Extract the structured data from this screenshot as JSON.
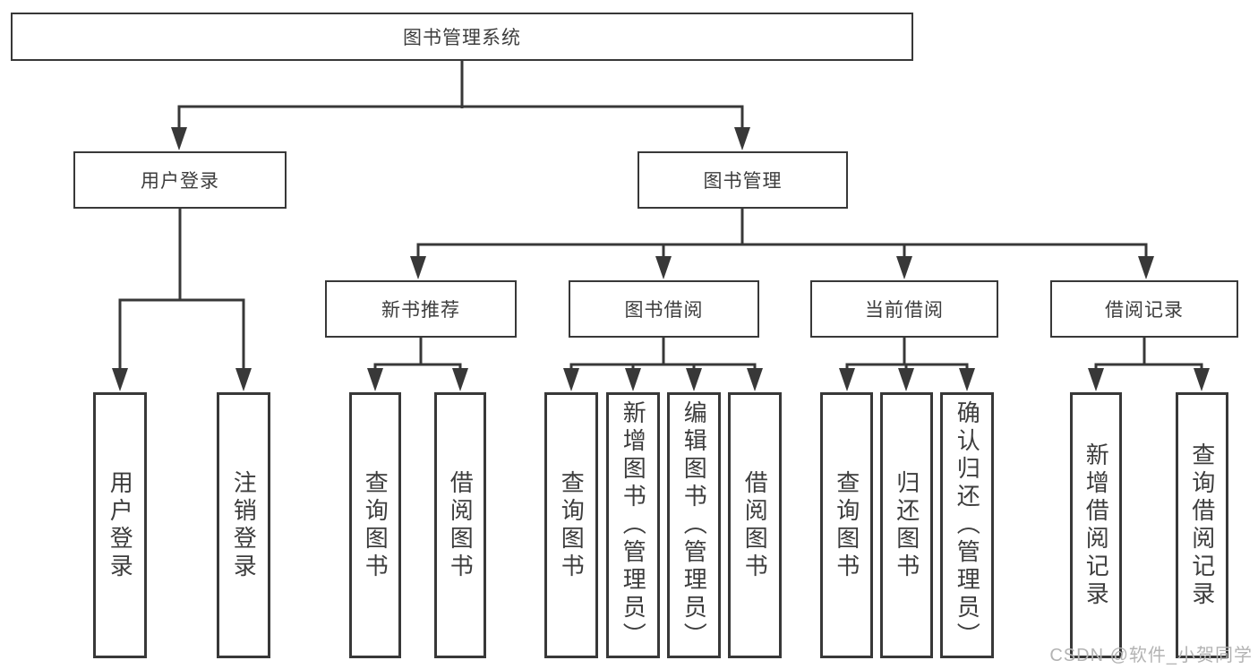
{
  "tree": {
    "label": "图书管理系统",
    "children": [
      {
        "label": "用户登录",
        "children": [
          {
            "label": "用户登录"
          },
          {
            "label": "注销登录"
          }
        ]
      },
      {
        "label": "图书管理",
        "children": [
          {
            "label": "新书推荐",
            "children": [
              {
                "label": "查询图书"
              },
              {
                "label": "借阅图书"
              }
            ]
          },
          {
            "label": "图书借阅",
            "children": [
              {
                "label": "查询图书"
              },
              {
                "label": "新增图书（管理员）"
              },
              {
                "label": "编辑图书（管理员）"
              },
              {
                "label": "借阅图书"
              }
            ]
          },
          {
            "label": "当前借阅",
            "children": [
              {
                "label": "查询图书"
              },
              {
                "label": "归还图书"
              },
              {
                "label": "确认归还（管理员）"
              }
            ]
          },
          {
            "label": "借阅记录",
            "children": [
              {
                "label": "新增借阅记录"
              },
              {
                "label": "查询借阅记录"
              }
            ]
          }
        ]
      }
    ]
  },
  "watermark": {
    "text": "CSDN @软件_小贺同学"
  },
  "colors": {
    "line": "#383838",
    "box_border": "#383838",
    "box_background": "#ffffff",
    "text": "#3d3d3d",
    "watermark": "#b3b3b3",
    "page_background": "#ffffff"
  }
}
